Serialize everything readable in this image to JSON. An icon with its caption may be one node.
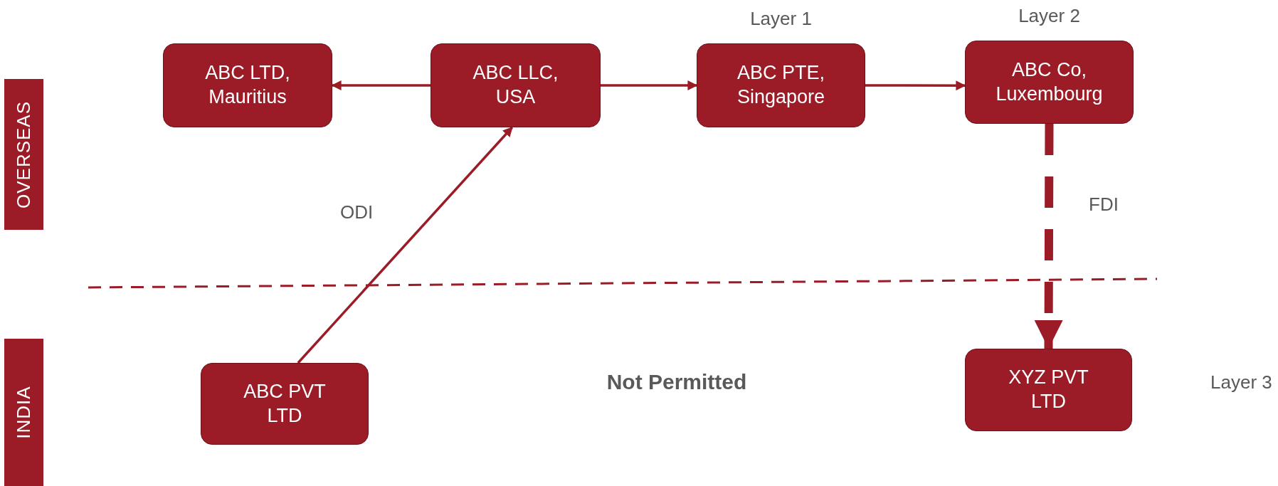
{
  "diagram": {
    "nodes": [
      {
        "text": [
          "OVERSEAS"
        ]
      },
      {
        "text": [
          "INDIA"
        ]
      },
      {
        "text": [
          "ABC LTD, Mauritius"
        ]
      },
      {
        "text": [
          "ABC LLC, USA"
        ]
      },
      {
        "text": [
          "ABC PTE, Singapore"
        ],
        "beside": [
          "Layer 1"
        ]
      },
      {
        "text": [
          "ABC Co, Luxembourg"
        ],
        "beside": [
          "Layer 2"
        ]
      },
      {
        "text": [
          "ABC PVT LTD"
        ]
      },
      {
        "text": [
          "XYZ PVT LTD"
        ]
      }
    ],
    "edges": [
      {
        "from": 3,
        "to": 2,
        "arrow": "to"
      },
      {
        "from": 3,
        "to": 4,
        "arrow": "to"
      },
      {
        "from": 4,
        "to": 5,
        "arrow": "to"
      },
      {
        "from": 6,
        "to": 3,
        "arrow": "to",
        "label": "ODI"
      },
      {
        "from": 5,
        "to": 7,
        "arrow": "to",
        "label": "FDI",
        "style": "dashed"
      }
    ],
    "labels": [
      "Not Permitted",
      "Layer 3"
    ]
  }
}
